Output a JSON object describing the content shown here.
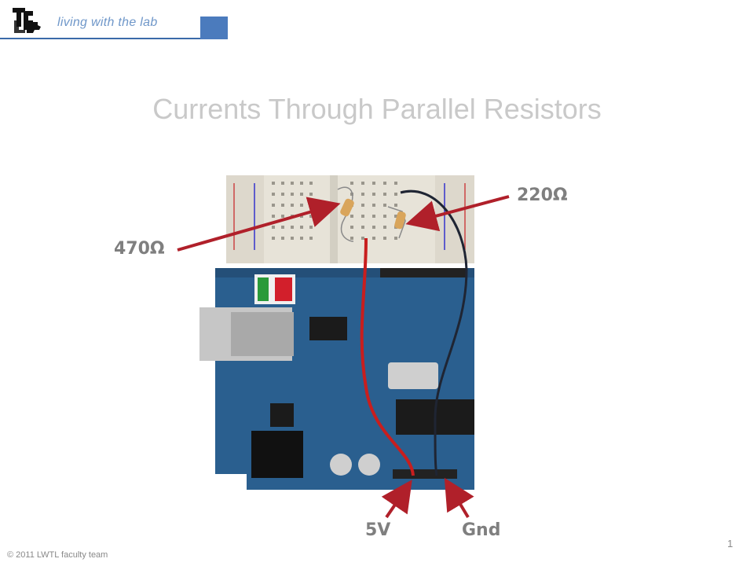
{
  "header": {
    "tagline": "living with the lab",
    "accent_color": "#4b7bbd",
    "logo_icon": "louisiana-tech-logo-icon"
  },
  "slide": {
    "title": "Currents Through Parallel Resistors"
  },
  "labels": {
    "r470": "470Ω",
    "r220": "220Ω",
    "v5": "5V",
    "gnd": "Gnd"
  },
  "arrow_color": "#b0202a",
  "footer": {
    "copyright": "© 2011 LWTL faculty team",
    "page_number": "1"
  }
}
